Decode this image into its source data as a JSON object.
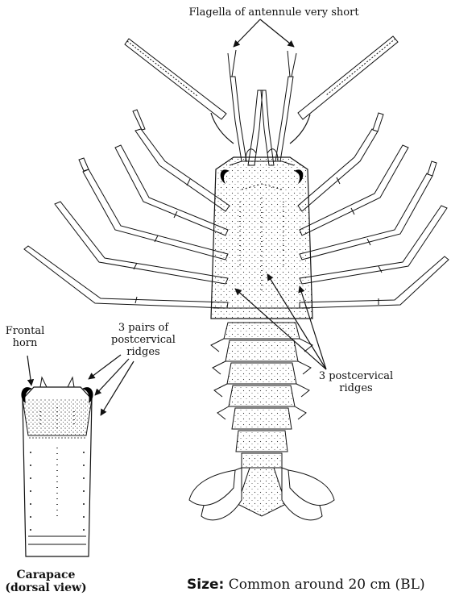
{
  "labels": {
    "flagella": "Flagella of antennule very short",
    "frontal_horn": [
      "Frontal",
      "horn"
    ],
    "postcervical_pairs": [
      "3 pairs of",
      "postcervical",
      "ridges"
    ],
    "postcervical": [
      "3 postcervical",
      "ridges"
    ],
    "carapace_caption": [
      "Carapace",
      "(dorsal view)"
    ]
  },
  "size": {
    "label": "Size:",
    "text": "Common around 20 cm (BL)"
  }
}
